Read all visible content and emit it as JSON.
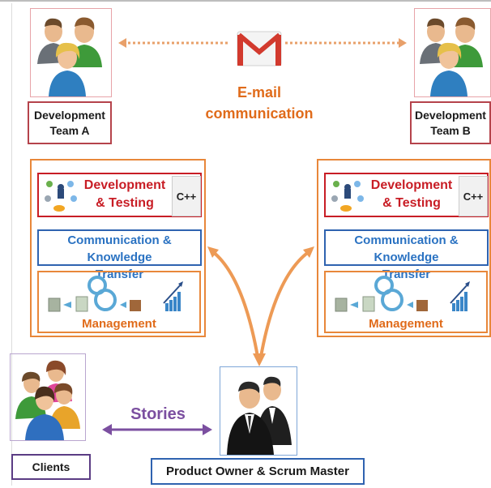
{
  "teams": {
    "a": {
      "label_line1": "Development",
      "label_line2": "Team A"
    },
    "b": {
      "label_line1": "Development",
      "label_line2": "Team B"
    }
  },
  "email": {
    "label_line1": "E-mail",
    "label_line2": "communication",
    "icon": "gmail-envelope-icon"
  },
  "panels": {
    "dev_testing": {
      "line1": "Development",
      "line2": "& Testing",
      "language_badge": "C++"
    },
    "communication": {
      "line1": "Communication & Knowledge",
      "line2": "Transfer"
    },
    "management": {
      "label": "Management"
    }
  },
  "stories": {
    "label": "Stories"
  },
  "clients": {
    "label": "Clients"
  },
  "product_owner": {
    "label": "Product Owner & Scrum Master"
  },
  "colors": {
    "red": "#c81d25",
    "blue": "#2a72c2",
    "orange": "#e8873a",
    "purple": "#7b4fa0"
  }
}
